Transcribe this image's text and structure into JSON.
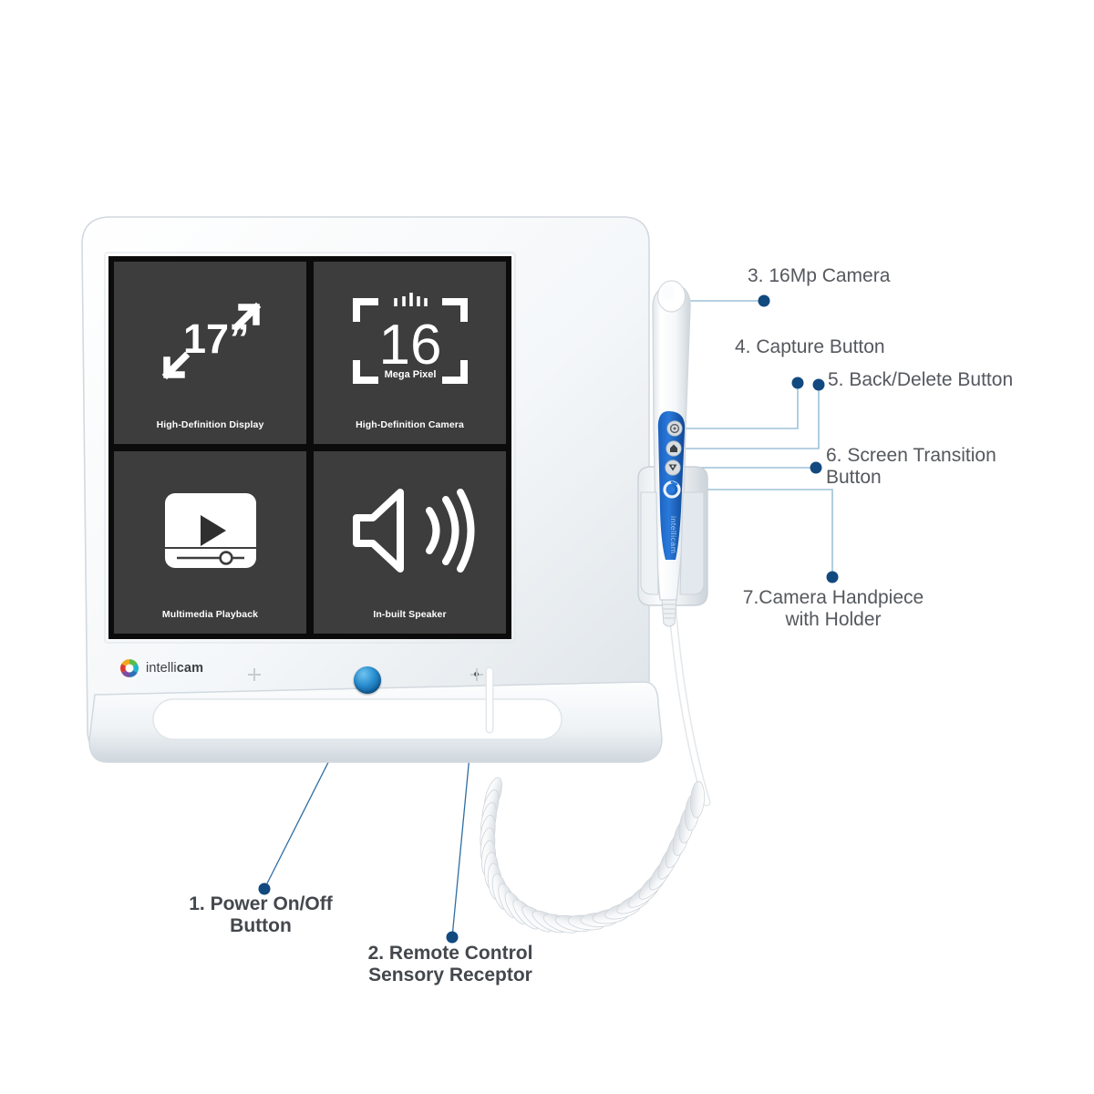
{
  "page": {
    "background_color": "#ffffff",
    "accent_dot_color": "#12497f",
    "leader_line_color": "#9dc2d8",
    "label_color": "#4b4f54"
  },
  "device": {
    "brand": {
      "name_light": "intelli",
      "name_bold": "cam",
      "logo_icon": "intellicam-pinwheel-icon"
    },
    "screen": {
      "tiles": [
        {
          "id": "hd-display",
          "caption": "High-Definition Display",
          "value": "17”",
          "icon": "diagonal-arrows-icon"
        },
        {
          "id": "hd-camera",
          "caption": "High-Definition Camera",
          "value": "16",
          "unit": "Mega Pixel",
          "icon": "camera-frame-icon"
        },
        {
          "id": "multimedia-playback",
          "caption": "Multimedia Playback",
          "icon": "video-player-icon"
        },
        {
          "id": "in-built-speaker",
          "caption": "In-built Speaker",
          "icon": "speaker-waves-icon"
        }
      ]
    },
    "power_button": {
      "label": "power-button",
      "color": "#2b8fd0"
    },
    "handpiece": {
      "brand_text": "intellicam",
      "panel_color": "#1b62c4",
      "buttons": [
        {
          "id": "capture",
          "icon": "camera-shutter-icon"
        },
        {
          "id": "back-delete",
          "icon": "home-shield-icon"
        },
        {
          "id": "screen-transition",
          "icon": "screen-switch-icon"
        }
      ]
    }
  },
  "callouts": [
    {
      "id": "power-on-off",
      "number": "1.",
      "text": "1. Power On/Off\nButton",
      "weight": "strong",
      "align": "center"
    },
    {
      "id": "remote-receptor",
      "number": "2.",
      "text": "2. Remote Control\nSensory Receptor",
      "weight": "strong",
      "align": "center"
    },
    {
      "id": "camera-16mp",
      "number": "3.",
      "text": "3. 16Mp Camera",
      "weight": "light",
      "align": "left"
    },
    {
      "id": "capture-button",
      "number": "4.",
      "text": "4. Capture Button",
      "weight": "light",
      "align": "left"
    },
    {
      "id": "back-delete-button",
      "number": "5.",
      "text": "5. Back/Delete Button",
      "weight": "light",
      "align": "left"
    },
    {
      "id": "screen-transition",
      "number": "6.",
      "text": "6. Screen Transition\nButton",
      "weight": "light",
      "align": "left"
    },
    {
      "id": "camera-handpiece",
      "number": "7.",
      "text": "7.Camera Handpiece\nwith Holder",
      "weight": "light",
      "align": "center"
    }
  ]
}
